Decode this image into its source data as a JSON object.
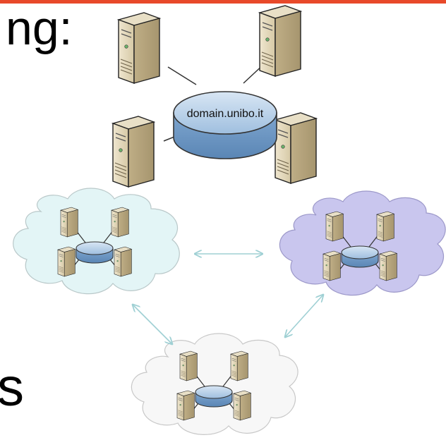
{
  "slide": {
    "accent_color": "#e8492a",
    "text_fragment_top": "ng:",
    "text_fragment_bottom": "s"
  },
  "diagram": {
    "hub_label": "domain.unibo.it",
    "hub_color": "#8fb3d8",
    "clouds": [
      {
        "name": "left",
        "fill": "#e3f5f6"
      },
      {
        "name": "right",
        "fill": "#c9c6ee"
      },
      {
        "name": "bottom",
        "fill": "#f7f7f7"
      }
    ],
    "arrow_color": "#9fd0d4"
  }
}
